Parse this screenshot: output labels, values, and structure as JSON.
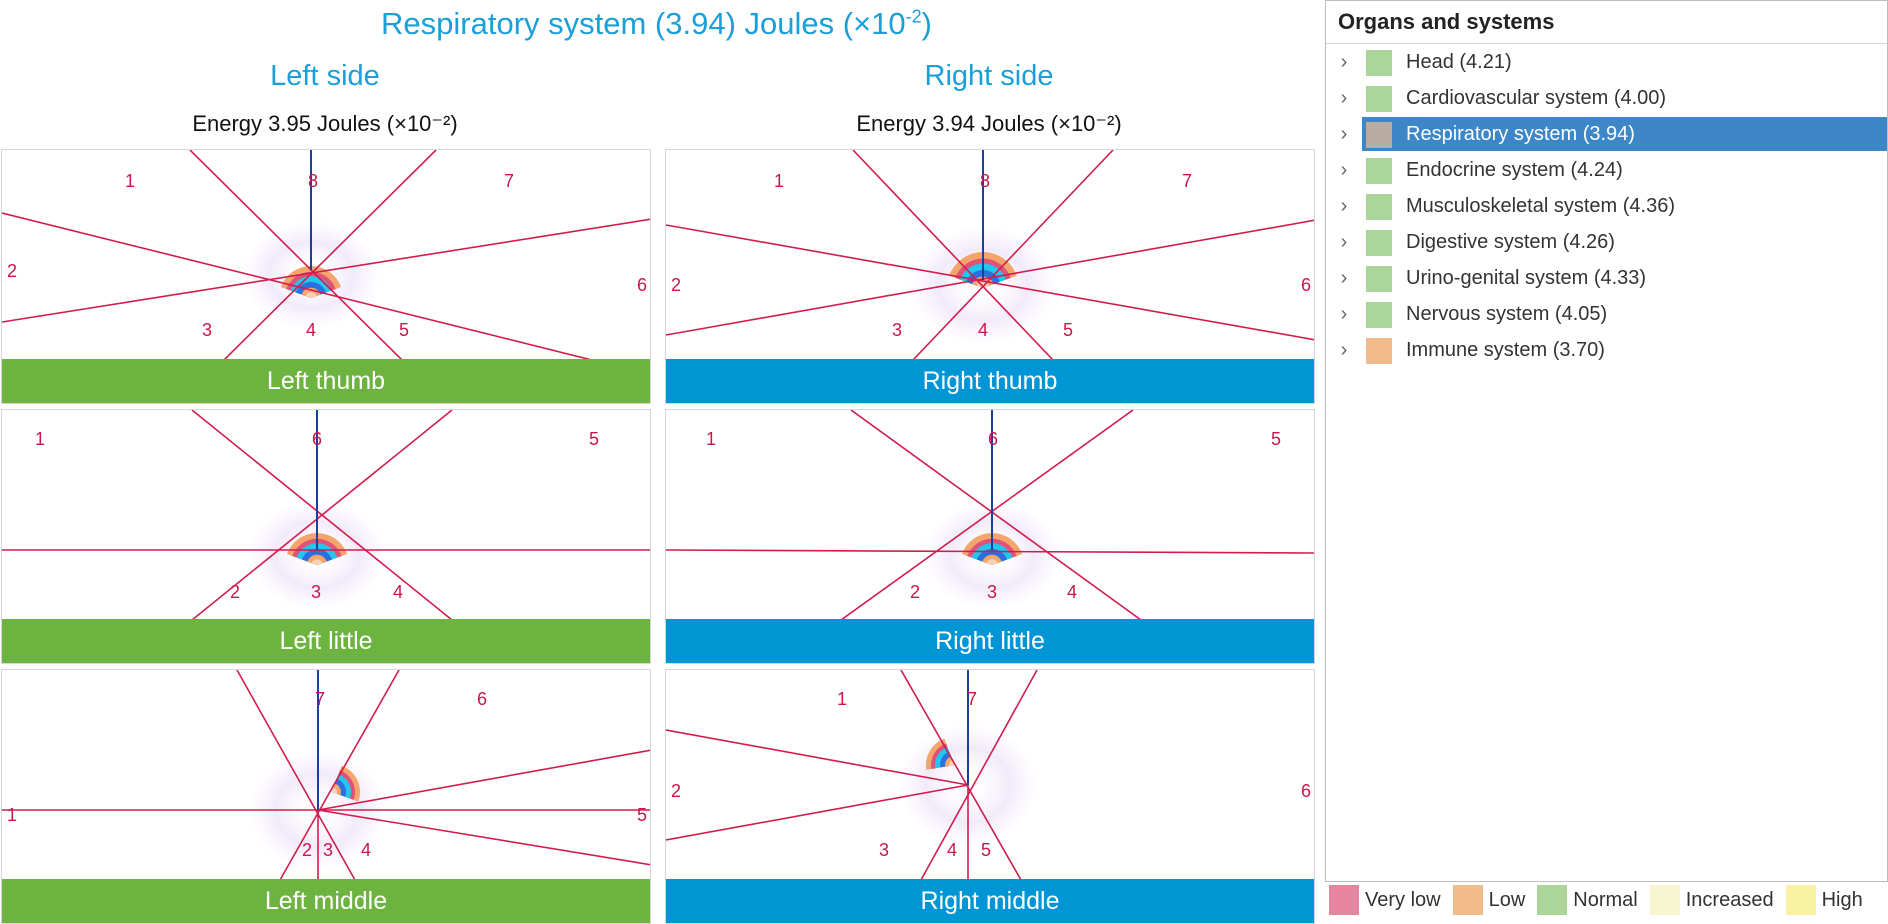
{
  "title": {
    "main": "Respiratory system (3.94) Joules (×10",
    "exp": "-2",
    "close": ")"
  },
  "left": {
    "heading": "Left side",
    "energy": "Energy 3.95 Joules (×10⁻²)"
  },
  "right": {
    "heading": "Right side",
    "energy": "Energy 3.94 Joules (×10⁻²)"
  },
  "panels": {
    "left_thumb": {
      "name": "Left thumb",
      "labels": [
        "1",
        "2",
        "3",
        "4",
        "5",
        "6",
        "7",
        "8"
      ]
    },
    "right_thumb": {
      "name": "Right thumb",
      "labels": [
        "1",
        "2",
        "3",
        "4",
        "5",
        "6",
        "7",
        "8"
      ]
    },
    "left_little": {
      "name": "Left little",
      "labels": [
        "1",
        "2",
        "3",
        "4",
        "5",
        "6"
      ]
    },
    "right_little": {
      "name": "Right little",
      "labels": [
        "1",
        "2",
        "3",
        "4",
        "5",
        "6"
      ]
    },
    "left_middle": {
      "name": "Left middle",
      "labels": [
        "1",
        "2",
        "3",
        "4",
        "5",
        "6",
        "7"
      ]
    },
    "right_middle": {
      "name": "Right middle",
      "labels": [
        "1",
        "2",
        "3",
        "4",
        "5",
        "6",
        "7"
      ]
    }
  },
  "organs": {
    "header": "Organs and systems",
    "items": [
      {
        "label": "Head (4.21)",
        "color": "#acd59a"
      },
      {
        "label": "Cardiovascular system (4.00)",
        "color": "#acd59a"
      },
      {
        "label": "Respiratory system (3.94)",
        "color": "#b8aba2",
        "selected": true
      },
      {
        "label": "Endocrine system (4.24)",
        "color": "#acd59a"
      },
      {
        "label": "Musculoskeletal system (4.36)",
        "color": "#acd59a"
      },
      {
        "label": "Digestive system (4.26)",
        "color": "#acd59a"
      },
      {
        "label": "Urino-genital system (4.33)",
        "color": "#acd59a"
      },
      {
        "label": "Nervous system (4.05)",
        "color": "#acd59a"
      },
      {
        "label": "Immune system (3.70)",
        "color": "#f2bb8c"
      }
    ]
  },
  "legend": [
    {
      "label": "Very low",
      "color": "#e585a0"
    },
    {
      "label": "Low",
      "color": "#f2bb8c"
    },
    {
      "label": "Normal",
      "color": "#acd59a"
    },
    {
      "label": "Increased",
      "color": "#f7f5d0"
    },
    {
      "label": "High",
      "color": "#faf2a3"
    }
  ],
  "colors": {
    "accent": "#1a9fd9",
    "left_bar": "#6db33f",
    "right_bar": "#0096d6",
    "sector_line": "#d11d4e",
    "axis_line": "#1b3f9a",
    "selected": "#3d87c8"
  }
}
